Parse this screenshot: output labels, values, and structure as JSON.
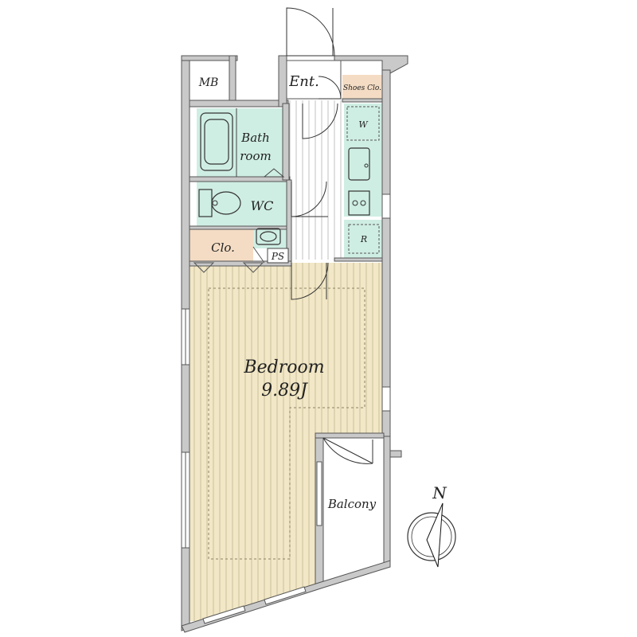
{
  "rooms": {
    "mb": "MB",
    "entrance": "Ent.",
    "shoes_closet": "Shoes Clo.",
    "washer": "W",
    "bath_line1": "Bath",
    "bath_line2": "room",
    "wc": "WC",
    "refrigerator": "R",
    "closet": "Clo.",
    "pipe_space": "PS",
    "bedroom": "Bedroom",
    "bedroom_size": "9.89J",
    "balcony": "Balcony"
  },
  "compass": {
    "north": "N"
  },
  "colors": {
    "bedroom_floor": "#f2e7c6",
    "bedroom_stripe": "#b9b08c",
    "wet_area": "#cfeee3",
    "closet": "#f4dcc4",
    "wall": "#c9c9c9"
  }
}
